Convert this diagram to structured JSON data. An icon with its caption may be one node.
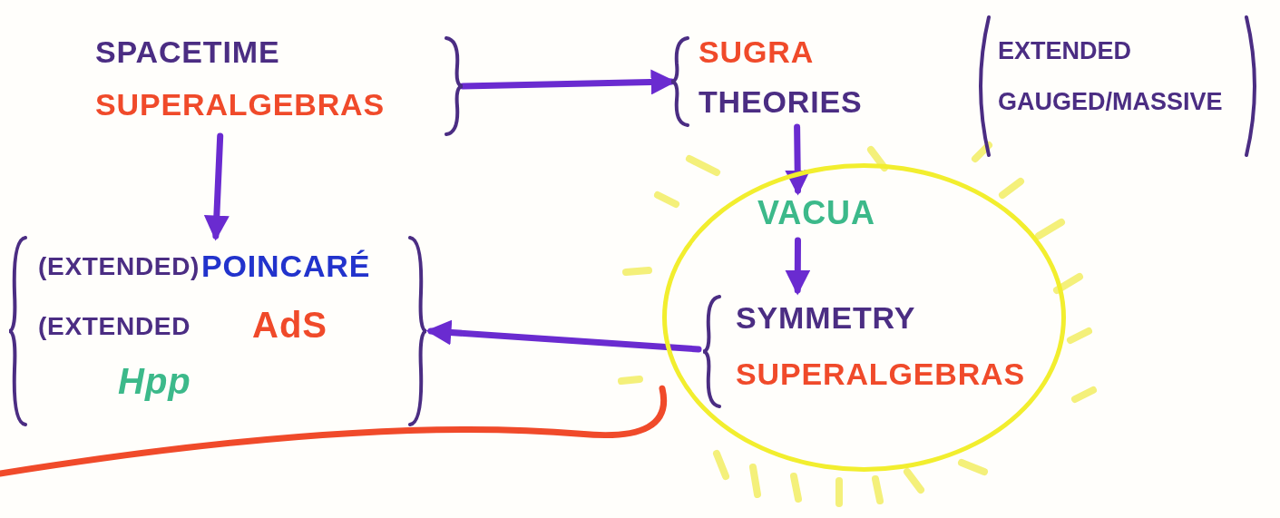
{
  "diagram": {
    "nodes": [
      {
        "text": [
          "SPACETIME",
          "SUPERALGEBRAS"
        ]
      },
      {
        "text": [
          "SUGRA",
          "THEORIES"
        ],
        "beside": [
          "EXTENDED GAUGED/MASSIVE"
        ]
      },
      {
        "text": [],
        "shape": "circle"
      },
      {
        "text": [
          "VACUA"
        ],
        "in": 2
      },
      {
        "text": [
          "SYMMETRY",
          "SUPERALGEBRAS"
        ],
        "in": 2
      },
      {
        "text": [
          "(EXTENDED)",
          "POINCARÉ",
          "(EXTENDED",
          "AdS",
          "Hpp"
        ]
      }
    ],
    "edges": [
      {
        "from": 0,
        "to": 1,
        "arrow": "to"
      },
      {
        "from": 1,
        "to": 3,
        "arrow": "to"
      },
      {
        "from": 3,
        "to": 4,
        "arrow": "to"
      },
      {
        "from": 0,
        "to": 5,
        "arrow": "to"
      },
      {
        "from": 4,
        "to": 5,
        "arrow": "to"
      },
      {
        "from": 2,
        "to": null,
        "arrow": "none",
        "color": "#f04a2a"
      }
    ]
  }
}
